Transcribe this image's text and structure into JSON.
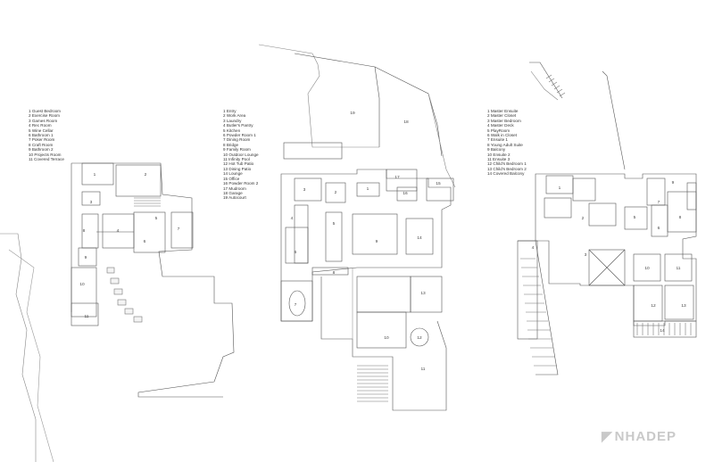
{
  "legends": {
    "lower": [
      "1   Guest Bedroom",
      "2   Exercise Room",
      "3   Games Room",
      "4   Rec Room",
      "5   Wine Cellar",
      "6   Bathroom 1",
      "7   Poker Room",
      "8   Craft Room",
      "9   Bathroom 2",
      "10  Projects Room",
      "11  Covered Terrace"
    ],
    "main": [
      "1   Entry",
      "2   Work Area",
      "3   Laundry",
      "4   Butler's Pantry",
      "5   Kitchen",
      "6   Powder Room 1",
      "7   Dining Room",
      "8   Bridge",
      "9   Family Room",
      "10  Outdoor Lounge",
      "11  Infinity Pool",
      "12  Hot Tub Patio",
      "13  Dining Patio",
      "14  Lounge",
      "15  Office",
      "16  Powder Room 2",
      "17  Mudroom",
      "18  Garage",
      "19  Autocourt"
    ],
    "upper": [
      "1   Master Ensuite",
      "2   Master Closet",
      "3   Master Bedroom",
      "4   Master Deck",
      "5   PlayRoom",
      "6   Walk in Closet",
      "7   Ensuite 1",
      "8   Young Adult Suite",
      "9   Balcony",
      "10  Ensuite 2",
      "11  Ensuite 3",
      "12  Child's Bedroom 1",
      "13  Child's Bedroom 2",
      "14  Covered Balcony"
    ]
  },
  "room_numbers": {
    "lower": [
      "1",
      "2",
      "3",
      "4",
      "5",
      "6",
      "7",
      "8",
      "9",
      "10",
      "11"
    ],
    "main": [
      "1",
      "2",
      "3",
      "4",
      "5",
      "6",
      "7",
      "8",
      "9",
      "10",
      "11",
      "12",
      "13",
      "14",
      "15",
      "16",
      "17",
      "18",
      "19"
    ],
    "upper": [
      "1",
      "2",
      "3",
      "4",
      "5",
      "6",
      "7",
      "8",
      "9",
      "10",
      "11",
      "12",
      "13",
      "14"
    ]
  },
  "watermark": {
    "text": "NHADEP",
    "icon": "nhadep-logo-icon"
  }
}
